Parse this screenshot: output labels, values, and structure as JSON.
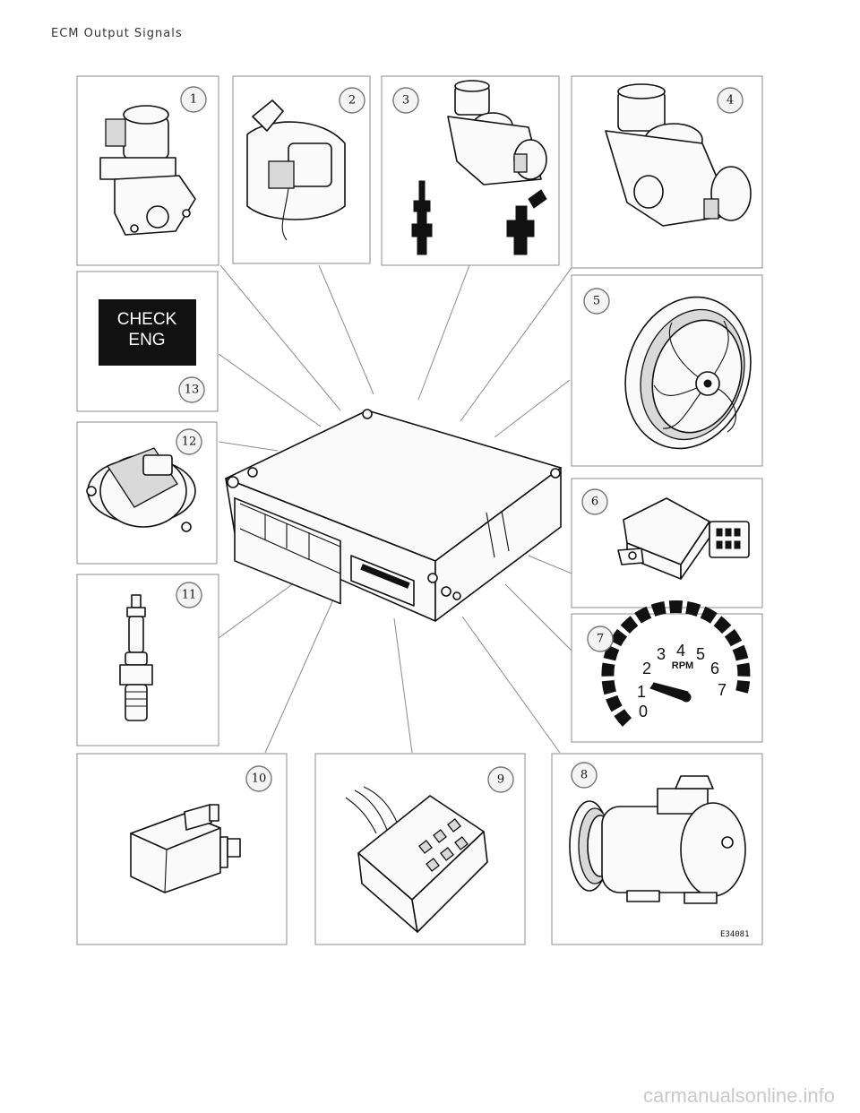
{
  "header": {
    "title": "ECM Output Signals"
  },
  "callouts": [
    "1",
    "2",
    "3",
    "4",
    "5",
    "6",
    "7",
    "8",
    "9",
    "10",
    "11",
    "12",
    "13"
  ],
  "check_engine": {
    "line1": "CHECK",
    "line2": "ENG"
  },
  "tachometer": {
    "numbers": [
      "0",
      "1",
      "2",
      "3",
      "4",
      "5",
      "6",
      "7"
    ],
    "label": "RPM"
  },
  "figure_ref": "E34081",
  "footer": {
    "watermark": "carmanualsonline.info"
  }
}
